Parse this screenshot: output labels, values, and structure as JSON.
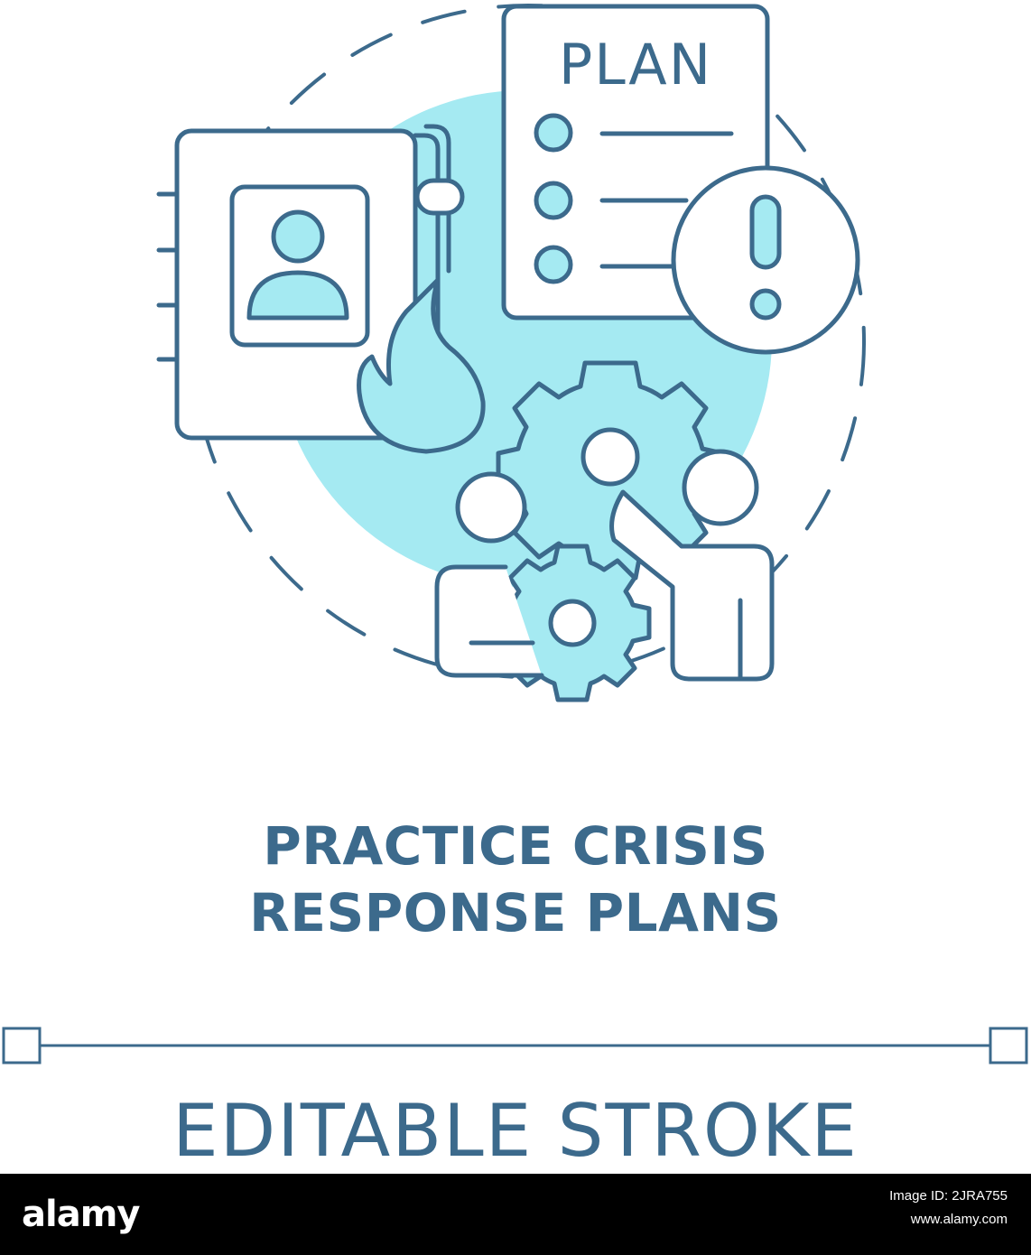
{
  "colors": {
    "stroke": "#3c6a8c",
    "accent_fill": "#a5eaf2",
    "background": "#ffffff",
    "footer_background": "#000000",
    "footer_text": "#ffffff"
  },
  "icon": {
    "plan_label": "PLAN",
    "elements": [
      "contact-notebook-icon",
      "fire-icon",
      "plan-checklist-icon",
      "exclamation-icon",
      "gears-icon",
      "team-presenter-icon"
    ]
  },
  "title": {
    "line1": "PRACTICE CRISIS",
    "line2": "RESPONSE PLANS"
  },
  "editable_stroke_label": "EDITABLE STROKE",
  "footer": {
    "logo": "alamy",
    "image_id_label": "Image ID: 2JRA755",
    "site": "www.alamy.com"
  }
}
